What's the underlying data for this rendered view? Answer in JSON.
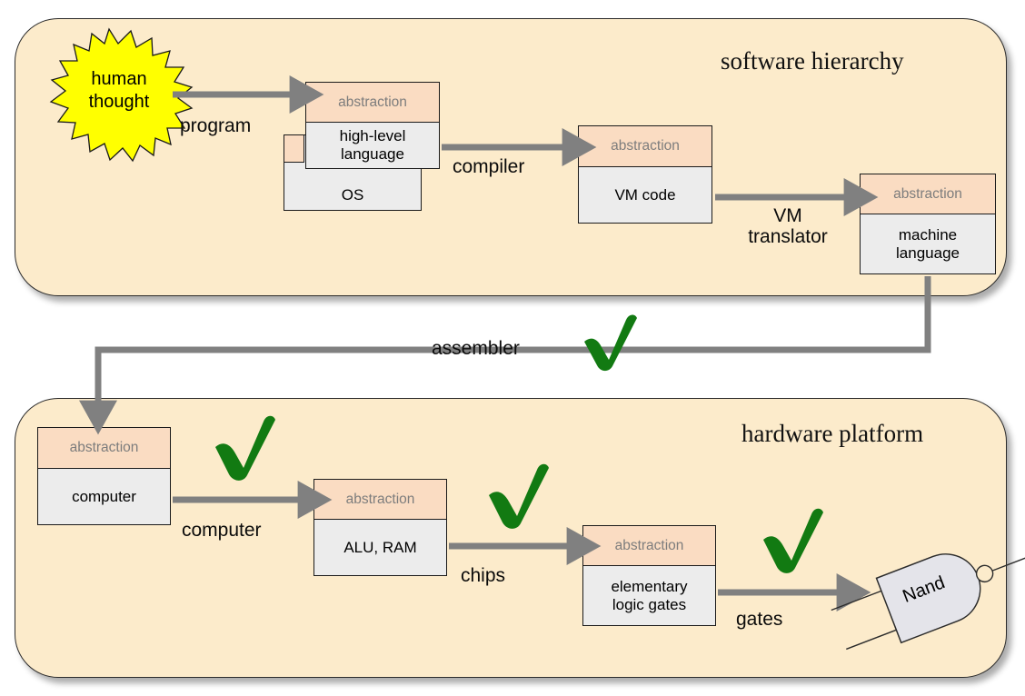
{
  "diagram": {
    "title_top": "software hierarchy",
    "title_bottom": "hardware platform",
    "abstraction_label": "abstraction",
    "colors": {
      "panel_fill": "#FCEBCB",
      "panel_border": "#2b2b2b",
      "abstraction_header": "#FADCC2",
      "abstraction_body": "#ECECEC",
      "arrow_gray": "#808080",
      "check_green": "#127A12",
      "starburst_yellow": "#FFFF00"
    }
  },
  "software": {
    "panel_title": "software hierarchy",
    "starburst": {
      "line1": "human",
      "line2": "thought"
    },
    "boxes": [
      {
        "header": "abstraction",
        "body": "high-level\nlanguage"
      },
      {
        "header": "abstraction",
        "body": "VM code"
      },
      {
        "header": "abstraction",
        "body": "machine\nlanguage"
      }
    ],
    "os_box": {
      "label": "OS"
    },
    "arrows": [
      {
        "label": "program"
      },
      {
        "label": "compiler"
      },
      {
        "label": "VM\ntranslator",
        "line1": "VM",
        "line2": "translator"
      }
    ]
  },
  "assembler": {
    "label": "assembler",
    "check": "check-mark"
  },
  "hardware": {
    "panel_title": "hardware platform",
    "boxes": [
      {
        "header": "abstraction",
        "body": "computer"
      },
      {
        "header": "abstraction",
        "body": "ALU, RAM"
      },
      {
        "header": "abstraction",
        "body": "elementary\nlogic gates"
      }
    ],
    "arrows": [
      {
        "label": "computer"
      },
      {
        "label": "chips"
      },
      {
        "label": "gates"
      }
    ],
    "nand_gate": {
      "label": "Nand"
    }
  },
  "checkmarks": [
    {
      "name": "check-assembler"
    },
    {
      "name": "check-computer"
    },
    {
      "name": "check-chips"
    },
    {
      "name": "check-gates"
    }
  ],
  "lines": {
    "hl_line1": "high-level",
    "hl_line2": "language",
    "ml_line1": "machine",
    "ml_line2": "language",
    "elg_line1": "elementary",
    "elg_line2": "logic gates"
  }
}
